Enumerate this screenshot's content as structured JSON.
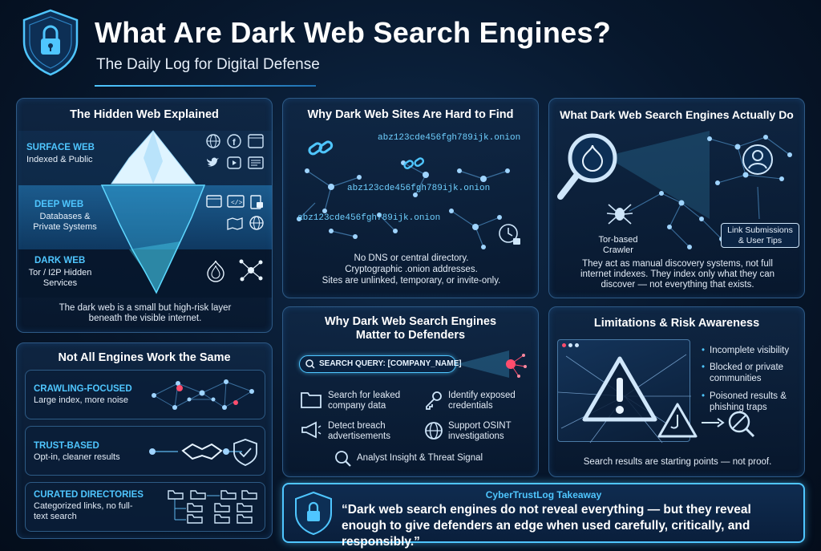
{
  "header": {
    "title": "What Are Dark Web Search Engines?",
    "subtitle": "The Daily Log for Digital Defense"
  },
  "hidden_web": {
    "title": "The Hidden Web Explained",
    "layers": [
      {
        "name": "SURFACE WEB",
        "desc": "Indexed & Public"
      },
      {
        "name": "DEEP WEB",
        "desc": "Databases & Private Systems"
      },
      {
        "name": "DARK WEB",
        "desc": "Tor / I2P Hidden Services"
      }
    ],
    "caption": "The dark web is a small but high-risk layer beneath the visible internet."
  },
  "hard_to_find": {
    "title": "Why Dark Web Sites Are Hard to Find",
    "onions": [
      "abz123cde456fgh789ijk.onion",
      "abz123cde456fgh789ijk.onion",
      "abz123cde456fgh789ijk.onion"
    ],
    "lines": [
      "No DNS or central directory.",
      "Cryptographic .onion addresses.",
      "Sites are unlinked, temporary, or invite-only."
    ]
  },
  "what_do": {
    "title": "What Dark Web Search Engines Actually Do",
    "crawler_label": "Tor-based Crawler",
    "submissions_label": "Link Submissions & User Tips",
    "caption": "They act as manual discovery systems, not full internet indexes. They index only what they can discover — not everything that exists."
  },
  "engines": {
    "title": "Not All Engines Work the Same",
    "types": [
      {
        "name": "CRAWLING-FOCUSED",
        "desc": "Large index, more noise"
      },
      {
        "name": "TRUST-BASED",
        "desc": "Opt-in, cleaner results"
      },
      {
        "name": "CURATED DIRECTORIES",
        "desc": "Categorized links, no full-text search"
      }
    ]
  },
  "defenders": {
    "title": "Why Dark Web Search Engines Matter to Defenders",
    "query": "SEARCH QUERY: [COMPANY_NAME]",
    "features": [
      {
        "label": "Search for leaked company data",
        "icon": "folder-icon"
      },
      {
        "label": "Identify exposed credentials",
        "icon": "key-icon"
      },
      {
        "label": "Detect breach advertisements",
        "icon": "megaphone-icon"
      },
      {
        "label": "Support OSINT investigations",
        "icon": "globe-icon"
      }
    ],
    "footer": "Analyst Insight & Threat Signal"
  },
  "limitations": {
    "title": "Limitations & Risk Awareness",
    "bullets": [
      "Incomplete visibility",
      "Blocked or private communities",
      "Poisoned results & phishing traps"
    ],
    "caption": "Search results are starting points — not proof."
  },
  "takeaway": {
    "label": "CyberTrustLog Takeaway",
    "quote": "“Dark web search engines do not reveal everything — but they reveal enough to give defenders an edge when used carefully, critically, and responsibly.”"
  },
  "colors": {
    "accent": "#4fc6ff",
    "background": "#07172c",
    "panel_border": "#2e5a86",
    "alert_red": "#ff4d6d"
  }
}
